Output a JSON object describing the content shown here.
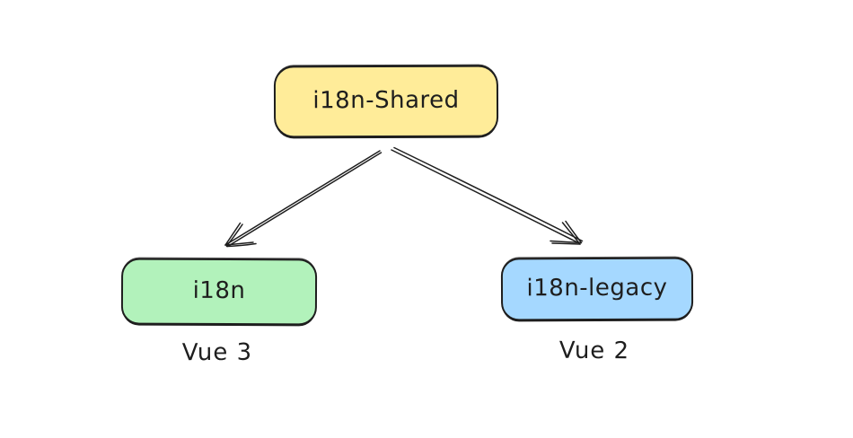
{
  "diagram": {
    "background": "#ffffff",
    "stroke_color": "#1e1e1e",
    "nodes": [
      {
        "id": "i18n-shared",
        "label": "i18n-Shared",
        "fill": "#ffec99",
        "caption": ""
      },
      {
        "id": "i18n",
        "label": "i18n",
        "fill": "#b2f2bb",
        "caption": "Vue 3"
      },
      {
        "id": "i18n-legacy",
        "label": "i18n-legacy",
        "fill": "#a5d8ff",
        "caption": "Vue 2"
      }
    ],
    "edges": [
      {
        "from": "i18n-shared",
        "to": "i18n",
        "style": "hand-drawn-arrow"
      },
      {
        "from": "i18n-shared",
        "to": "i18n-legacy",
        "style": "hand-drawn-arrow"
      }
    ]
  }
}
